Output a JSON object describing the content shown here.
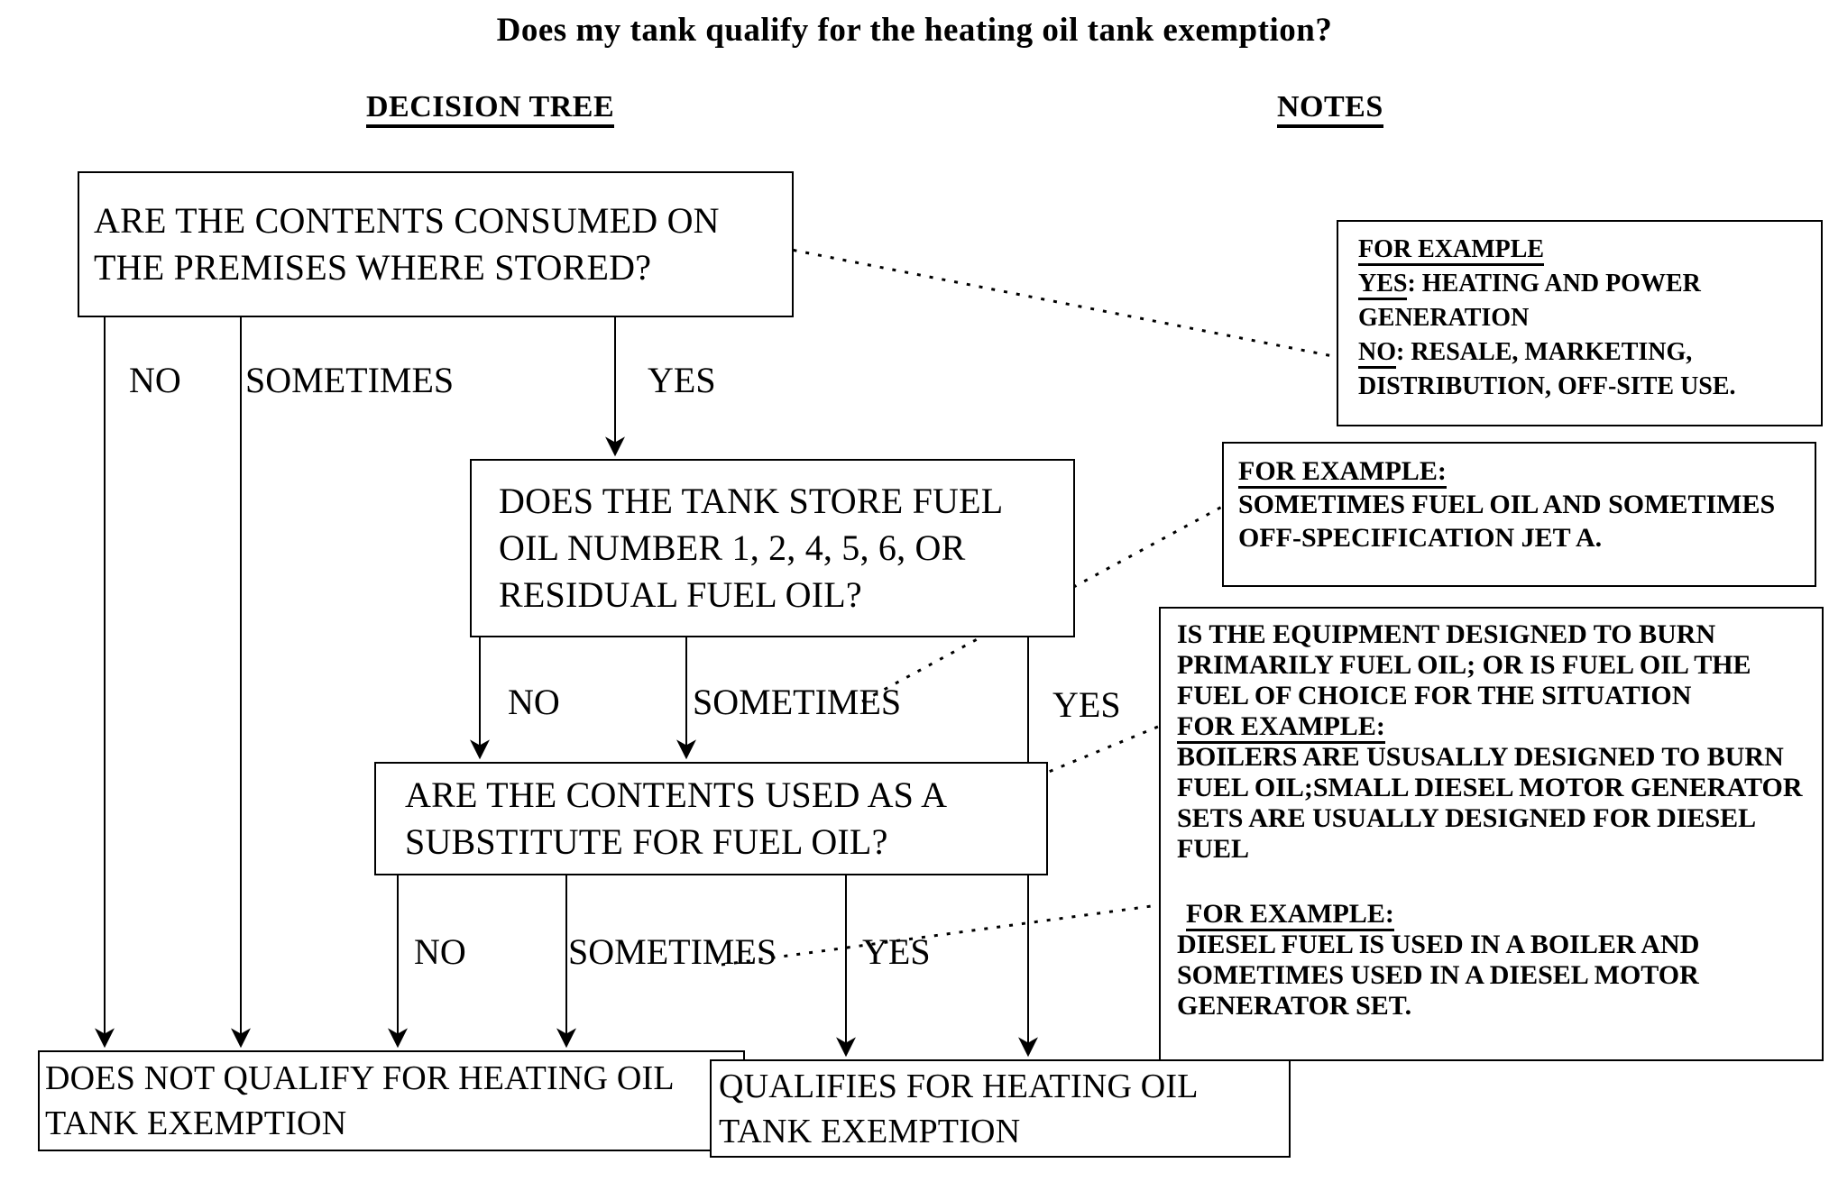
{
  "title": "Does my tank qualify for the heating oil tank exemption?",
  "headers": {
    "decision_tree": "DECISION TREE",
    "notes": "NOTES"
  },
  "tree": {
    "q1": "ARE THE CONTENTS CONSUMED ON THE PREMISES WHERE STORED?",
    "q2": "DOES THE TANK STORE FUEL OIL NUMBER 1, 2, 4, 5, 6, OR RESIDUAL FUEL OIL?",
    "q3": "ARE THE CONTENTS USED AS A SUBSTITUTE FOR FUEL OIL?",
    "outcome_negative": "DOES NOT QUALIFY FOR HEATING OIL TANK EXEMPTION",
    "outcome_positive": "QUALIFIES FOR HEATING OIL TANK EXEMPTION"
  },
  "branch_labels": {
    "no": "NO",
    "sometimes": "SOMETIMES",
    "yes": "YES"
  },
  "notes": {
    "note1": {
      "heading": "FOR EXAMPLE",
      "yes_term": "YES",
      "yes_text": ": HEATING AND POWER GENERATION",
      "no_term": "NO",
      "no_text": ": RESALE, MARKETING, DISTRIBUTION, OFF-SITE USE."
    },
    "note2": {
      "heading": "FOR EXAMPLE:",
      "body": "SOMETIMES FUEL OIL AND SOMETIMES OFF-SPECIFICATION JET A."
    },
    "note3": {
      "intro": "IS THE EQUIPMENT DESIGNED TO BURN PRIMARILY FUEL OIL; OR IS FUEL OIL THE FUEL OF CHOICE FOR THE SITUATION",
      "heading1": "FOR EXAMPLE:",
      "body1": "BOILERS ARE USUSALLY DESIGNED TO BURN FUEL OIL;SMALL DIESEL MOTOR GENERATOR SETS ARE USUALLY DESIGNED FOR DIESEL FUEL",
      "heading2": "FOR EXAMPLE:",
      "body2": "DIESEL FUEL IS USED IN A BOILER AND SOMETIMES USED IN A DIESEL MOTOR GENERATOR SET."
    }
  },
  "colors": {
    "ink": "#000000",
    "paper": "#ffffff"
  }
}
